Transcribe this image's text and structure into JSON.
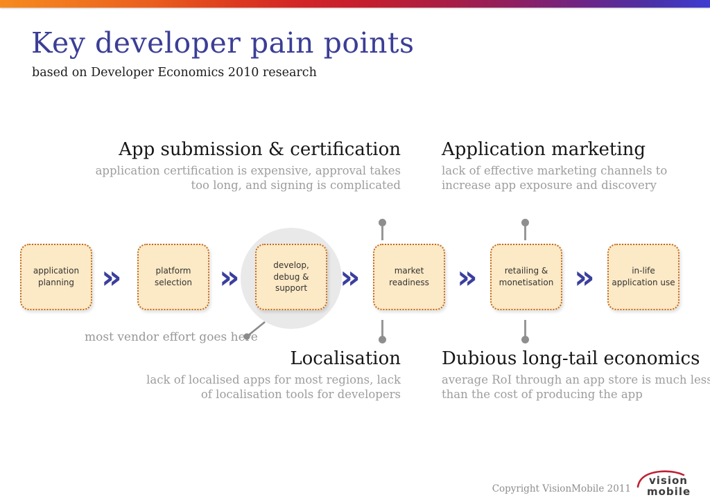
{
  "slide": {
    "title": "Key developer pain points",
    "subtitle": "based on Developer Economics 2010 research"
  },
  "pain_points": {
    "app_submission": {
      "title": "App submission & certification",
      "description": "application certification is expensive, approval takes too long, and signing is complicated"
    },
    "app_marketing": {
      "title": "Application marketing",
      "description": "lack of effective marketing channels to increase app exposure and discovery"
    },
    "localisation": {
      "title": "Localisation",
      "description": "lack of localised apps for most regions, lack of localisation tools for developers"
    },
    "long_tail": {
      "title": "Dubious long-tail economics",
      "description": "average RoI through an app store is much less than the cost of producing the app"
    }
  },
  "flow": {
    "chevron_symbol": "»",
    "stages": [
      {
        "label": "application\nplanning"
      },
      {
        "label": "platform\nselection"
      },
      {
        "label": "develop,\ndebug &\nsupport"
      },
      {
        "label": "market\nreadiness"
      },
      {
        "label": "retailing &\nmonetisation"
      },
      {
        "label": "in-life\napplication use"
      }
    ]
  },
  "annotations": {
    "vendor_effort": "most vendor effort goes here"
  },
  "footer": {
    "copyright": "Copyright VisionMobile 2011",
    "logo_word_top": "vision",
    "logo_word_bottom": "mobile"
  },
  "colors": {
    "title_text": "#3b3e96",
    "heading_text": "#161616",
    "muted_text": "#9d9d9d",
    "stage_fill": "#fce9c6",
    "stage_border": "#c06a20",
    "chevron": "#3a3f9e",
    "connector": "#929292",
    "highlight_circle": "#e9e9e9",
    "gradient_bar": [
      "#f68b1f",
      "#d22527",
      "#8d2063",
      "#3e3bd2"
    ],
    "logo_red": "#c02034"
  }
}
